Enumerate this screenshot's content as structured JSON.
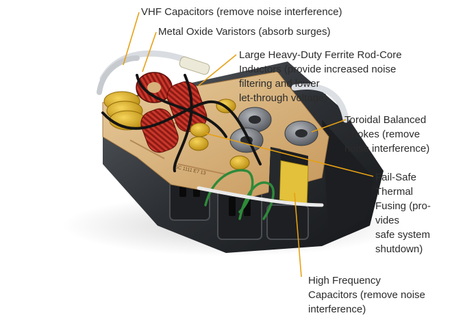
{
  "labels": {
    "vhf_capacitors": "VHF Capacitors (remove noise interference)",
    "metal_oxide_varistors": "Metal Oxide Varistors (absorb surges)",
    "ferrite_inductors": "Large Heavy-Duty Ferrite Rod-Core\nInductors (provide increased noise\nfiltering and lower\nlet-through voltage)",
    "toroidal_chokes": "Toroidal Balanced\nChokes (remove\nnoise interference)",
    "thermal_fusing": "Fail-Safe\nThermal\nFusing (pro-\nvides\nsafe system\nshutdown)",
    "hf_capacitors": "High Frequency\nCapacitors (remove noise\ninterference)"
  },
  "colors": {
    "leader": "#e7a013",
    "board": "#d7b07a",
    "capacitor_yellow": "#e3b51c",
    "inductor_red": "#a8231b",
    "housing": "#2f3236",
    "wire_green": "#2e8a3a"
  }
}
